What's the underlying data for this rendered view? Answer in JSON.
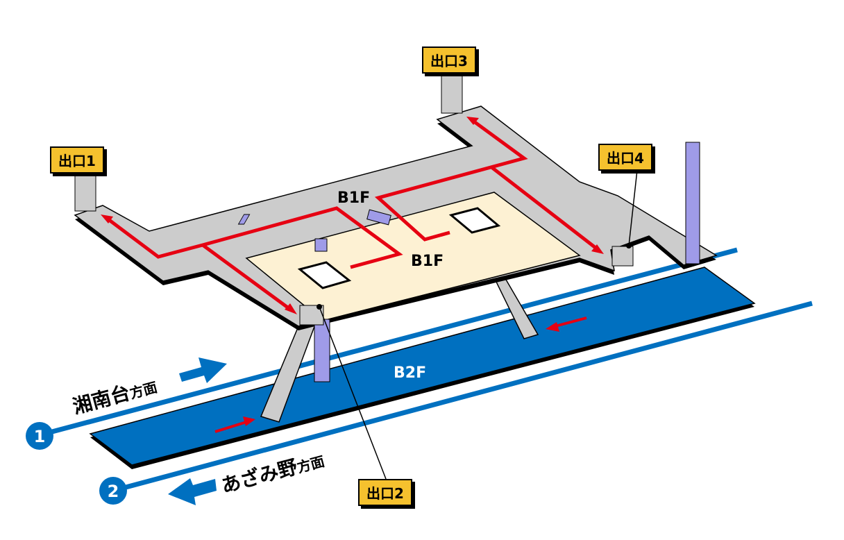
{
  "floors": {
    "b1f_upper": "B1F",
    "b1f_lower": "B1F",
    "b2f": "B2F"
  },
  "exits": [
    {
      "label": "出口1"
    },
    {
      "label": "出口2"
    },
    {
      "label": "出口3"
    },
    {
      "label": "出口4"
    }
  ],
  "tracks": [
    {
      "number": "1",
      "direction": "湘南台",
      "suffix": "方面"
    },
    {
      "number": "2",
      "direction": "あざみ野",
      "suffix": "方面"
    }
  ],
  "colors": {
    "track_blue": "#0070c0",
    "route_red": "#e60012",
    "concourse_gray": "#cccccc",
    "floor_beige": "#fdf1d3",
    "pillar_purple": "#9f9be8",
    "label_yellow": "#f5c12e"
  }
}
